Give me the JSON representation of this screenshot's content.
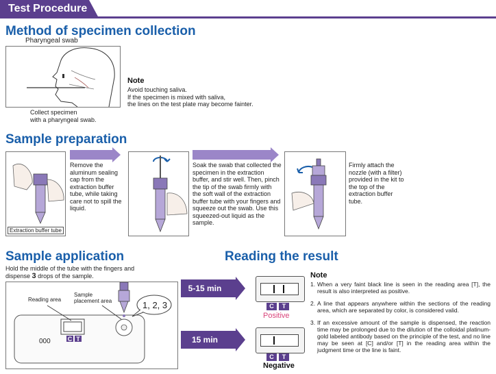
{
  "header": {
    "title": "Test Procedure"
  },
  "specimen": {
    "title": "Method of specimen collection",
    "swab_label": "Pharyngeal swab",
    "caption": "Collect specimen\nwith a pharyngeal swab.",
    "note_title": "Note",
    "note_text": "Avoid touching saliva.\nIf the specimen is mixed with saliva,\nthe lines on the test plate may become fainter."
  },
  "prep": {
    "title": "Sample preparation",
    "tube_label": "Extraction buffer tube",
    "step1": "Remove the aluminum sealing cap from the extraction buffer tube, while taking care not to spill the liquid.",
    "step2": "Soak the swab that collected the specimen in the extraction buffer, and stir well. Then, pinch the tip of the swab firmly with the soft wall of the extraction buffer tube with your fingers and squeeze out the swab. Use this squeezed-out liquid as the sample.",
    "step3": "Firmly attach the nozzle (with a filter) provided in the kit to the top of the extraction buffer tube."
  },
  "application": {
    "title": "Sample application",
    "instruction_pre": "Hold the middle of the tube with the fingers and dispense ",
    "drops": "3",
    "instruction_post": " drops of the sample.",
    "reading_area_label": "Reading area",
    "placement_label": "Sample\nplacement area",
    "bubble": "1, 2, 3",
    "plate_code": "000",
    "c": "C",
    "t": "T"
  },
  "reading": {
    "title": "Reading the result",
    "time1": "5-15 min",
    "time2": "15 min",
    "positive": "Positive",
    "negative": "Negative",
    "c": "C",
    "t": "T",
    "note_title": "Note",
    "notes": [
      {
        "num": "1.",
        "text": "When a very faint black line is seen in the reading area [T], the result is also interpreted as positive."
      },
      {
        "num": "2.",
        "text": "A line that appears anywhere within the sections of the reading area, which are separated by color, is considered valid."
      },
      {
        "num": "3.",
        "text": "If an excessive amount of the sample is dispensed, the reaction time may be prolonged due to the dilution of the colloidal platinum-gold labeled antibody based on the principle of the test, and no line may be seen at [C] and/or [T] in the reading area within the judgment time or the line is faint."
      }
    ]
  },
  "colors": {
    "purple": "#5b3f8e",
    "blue": "#1a5faa",
    "arrow": "#9b86c8",
    "positive": "#d9437a"
  }
}
